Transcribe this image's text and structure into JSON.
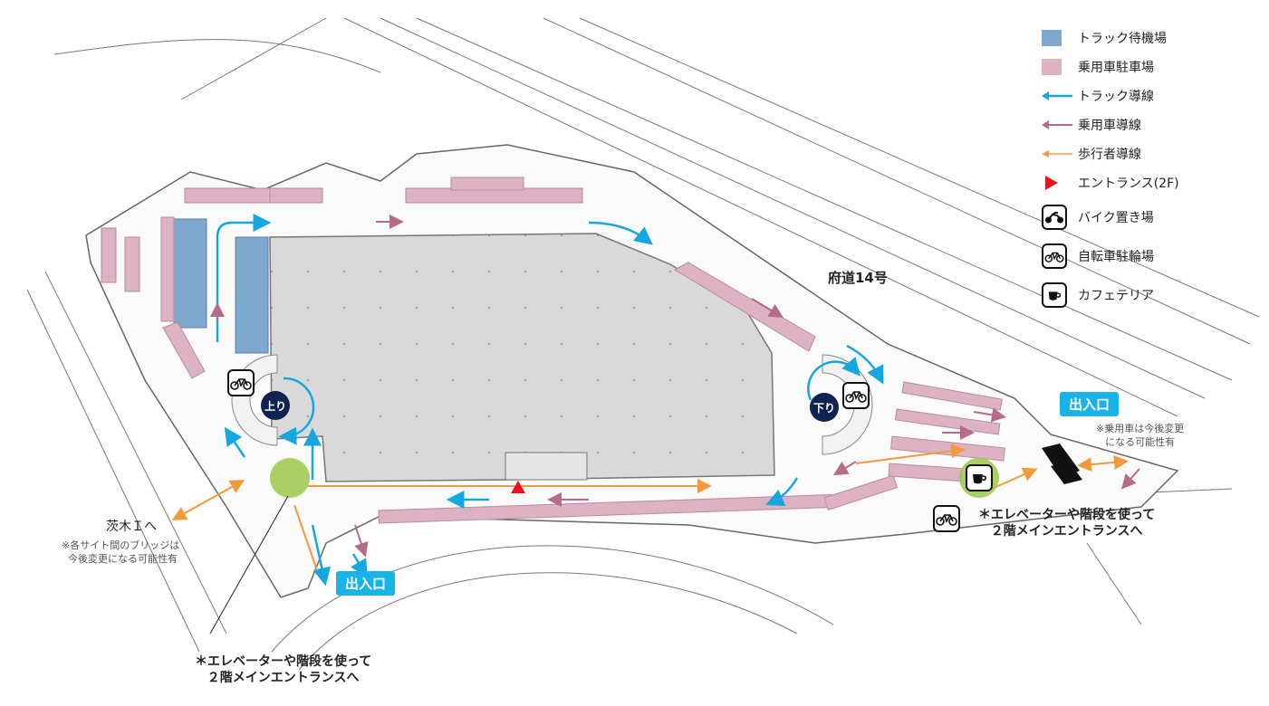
{
  "legend": {
    "items": [
      {
        "label": "トラック待機場",
        "icon": "truck-waiting-swatch",
        "color": "#7fa8cf"
      },
      {
        "label": "乗用車駐車場",
        "icon": "car-parking-swatch",
        "color": "#ddb2c2"
      },
      {
        "label": "トラック導線",
        "icon": "truck-route-arrow",
        "color": "#17a7e0"
      },
      {
        "label": "乗用車導線",
        "icon": "car-route-arrow",
        "color": "#b56b8a"
      },
      {
        "label": "歩行者導線",
        "icon": "pedestrian-route-arrow",
        "color": "#f29a3c"
      },
      {
        "label": "エントランス(2F)",
        "icon": "entrance-triangle",
        "color": "#e8141c"
      },
      {
        "label": "バイク置き場",
        "icon": "motorcycle-icon"
      },
      {
        "label": "自転車駐輪場",
        "icon": "bicycle-icon"
      },
      {
        "label": "カフェテリア",
        "icon": "coffee-cup-icon"
      }
    ]
  },
  "labels": {
    "road": "府道14号",
    "ibaraki": "茨木Ｉへ",
    "bridge_note_1": "※各サイト間のブリッジは",
    "bridge_note_2": "今後変更になる可能性有",
    "car_note_1": "※乗用車は今後変更",
    "car_note_2": "になる可能性有",
    "elevator_note_1": "＊エレベーターや階段を使って",
    "elevator_note_2": "２階メインエントランスへ",
    "up_ramp": "上り",
    "down_ramp": "下り"
  },
  "entrances": {
    "east": "出入口",
    "south": "出入口"
  }
}
